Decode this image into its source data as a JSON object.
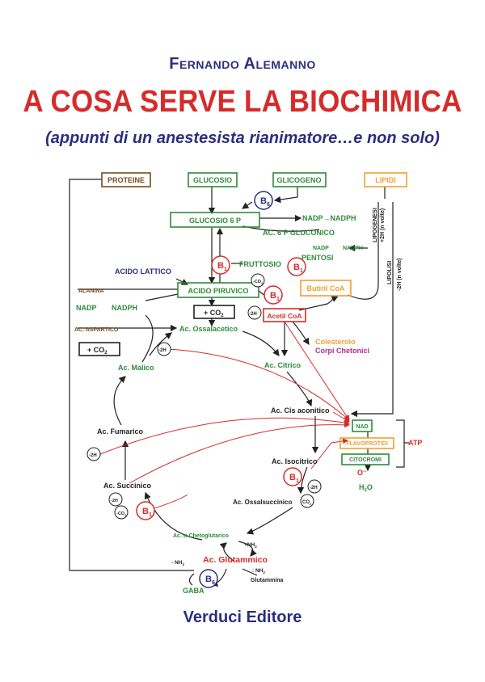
{
  "author": "Fernando Alemanno",
  "title": "A COSA SERVE LA BIOCHIMICA",
  "subtitle": "(appunti di un anestesista rianimatore…e non solo)",
  "publisher": "Verduci Editore",
  "colors": {
    "navy": "#2b2e7f",
    "red": "#d62b2b",
    "green": "#2f8a3a",
    "brown": "#7a4a1e",
    "orange": "#f0a030",
    "magenta": "#c0268a",
    "black": "#222222"
  },
  "diagram": {
    "proteine": "PROTEINE",
    "glucosio": "GLUCOSIO",
    "glicogeno": "GLICOGENO",
    "lipidi": "LIPIDI",
    "b6": "B",
    "b6_sub": "6",
    "b1": "B",
    "b1_sub": "1",
    "glucosio6p": "GLUCOSIO 6 P",
    "nadp_nadph_top": "NADP→NADPH",
    "ac6p": "AC. 6 P GLUCONICO",
    "lipogenesi": "LIPOGENESI",
    "lipogenesi_h": "+2H (n volte)",
    "nadp_small": "NADP",
    "nadph_small": "NADPH",
    "pentosi": "PENTOSI",
    "fruttosio": "FRUTTOSIO",
    "lipolisi": "LIPOLISI",
    "lipolisi_h": "-2H (n volte)",
    "acido_lattico": "ACIDO LATTICO",
    "alanina": "ALANINA",
    "acido_piruvico": "ACIDO PIRUVICO",
    "co2_minus": "-CO",
    "co2_sub": "2",
    "butiril": "Butiril CoA",
    "nadp_mid": "NADP",
    "nadph_mid": "NADPH",
    "plus_co2": "+ CO",
    "minus_2h": "-2H",
    "acetil": "Acetil CoA",
    "ac_aspartico": "AC. ASPARTICO",
    "ac_ossalacetico": "Ac. Ossalacetico",
    "colesterolo": "Colesterolo",
    "corpi_chetonici": "Corpi Chetonici",
    "ac_malico": "Ac. Malico",
    "ac_citrico": "Ac. Citrico",
    "ac_cis": "Ac. Cis aconitico",
    "ac_fumarico": "Ac. Fumarico",
    "nad": "NAD",
    "flavoprotidi": "FLAVOPROTIDI",
    "atp": "ATP",
    "citocromi": "CITOCROMI",
    "o_minus": "O",
    "h2o_h": "H",
    "h2o_2": "2",
    "h2o_o": "O",
    "ac_isocitrico": "Ac. Isocitrico",
    "ac_succinico": "Ac. Succinico",
    "ac_ossalsuccinico": "Ac. Ossalsuccinico",
    "co2": "CO",
    "alpha_cheto": "Ac. α-Chetoglutarico",
    "nh2_plus": "+NH",
    "minus_nh3": "- NH",
    "ac_glutammico": "Ac. Glutammico",
    "nh2_minus": ": NH",
    "glutammina": "Glutammina",
    "gaba": "GABA"
  }
}
